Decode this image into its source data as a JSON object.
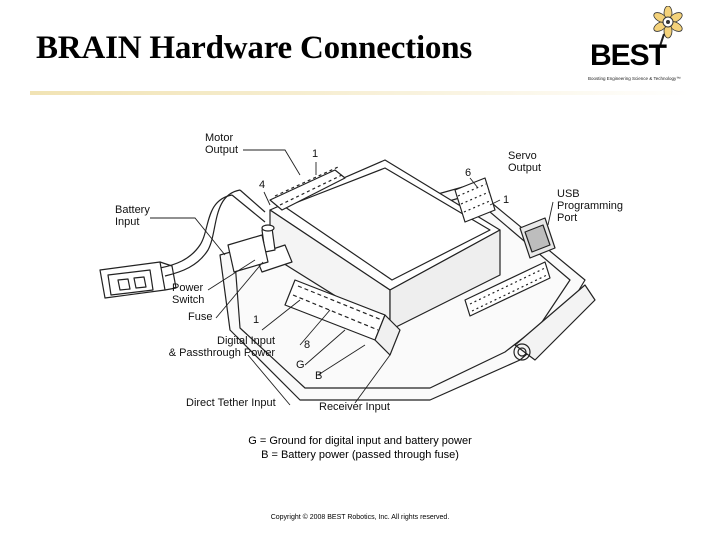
{
  "title": "BRAIN Hardware Connections",
  "logo": {
    "word": "BEST",
    "tagline": "Boosting Engineering Science & Technology™"
  },
  "labels": {
    "motor_output": [
      "Motor",
      "Output"
    ],
    "servo_output": [
      "Servo",
      "Output"
    ],
    "usb_port": [
      "USB",
      "Programming",
      "Port"
    ],
    "battery_input": [
      "Battery",
      "Input"
    ],
    "power_switch": [
      "Power",
      "Switch"
    ],
    "fuse": "Fuse",
    "digital_input": [
      "Digital Input",
      "& Passthrough Power"
    ],
    "direct_tether": "Direct Tether Input",
    "receiver_input": "Receiver Input"
  },
  "pin_markers": {
    "motor_1": "1",
    "motor_4": "4",
    "servo_6": "6",
    "servo_1": "1",
    "digital_1": "1",
    "digital_8": "8",
    "ground": "G",
    "battery": "B"
  },
  "captions": [
    "G = Ground for digital input and battery power",
    "B = Battery power (passed through fuse)"
  ],
  "copyright": "Copyright © 2008 BEST Robotics, Inc. All rights reserved."
}
